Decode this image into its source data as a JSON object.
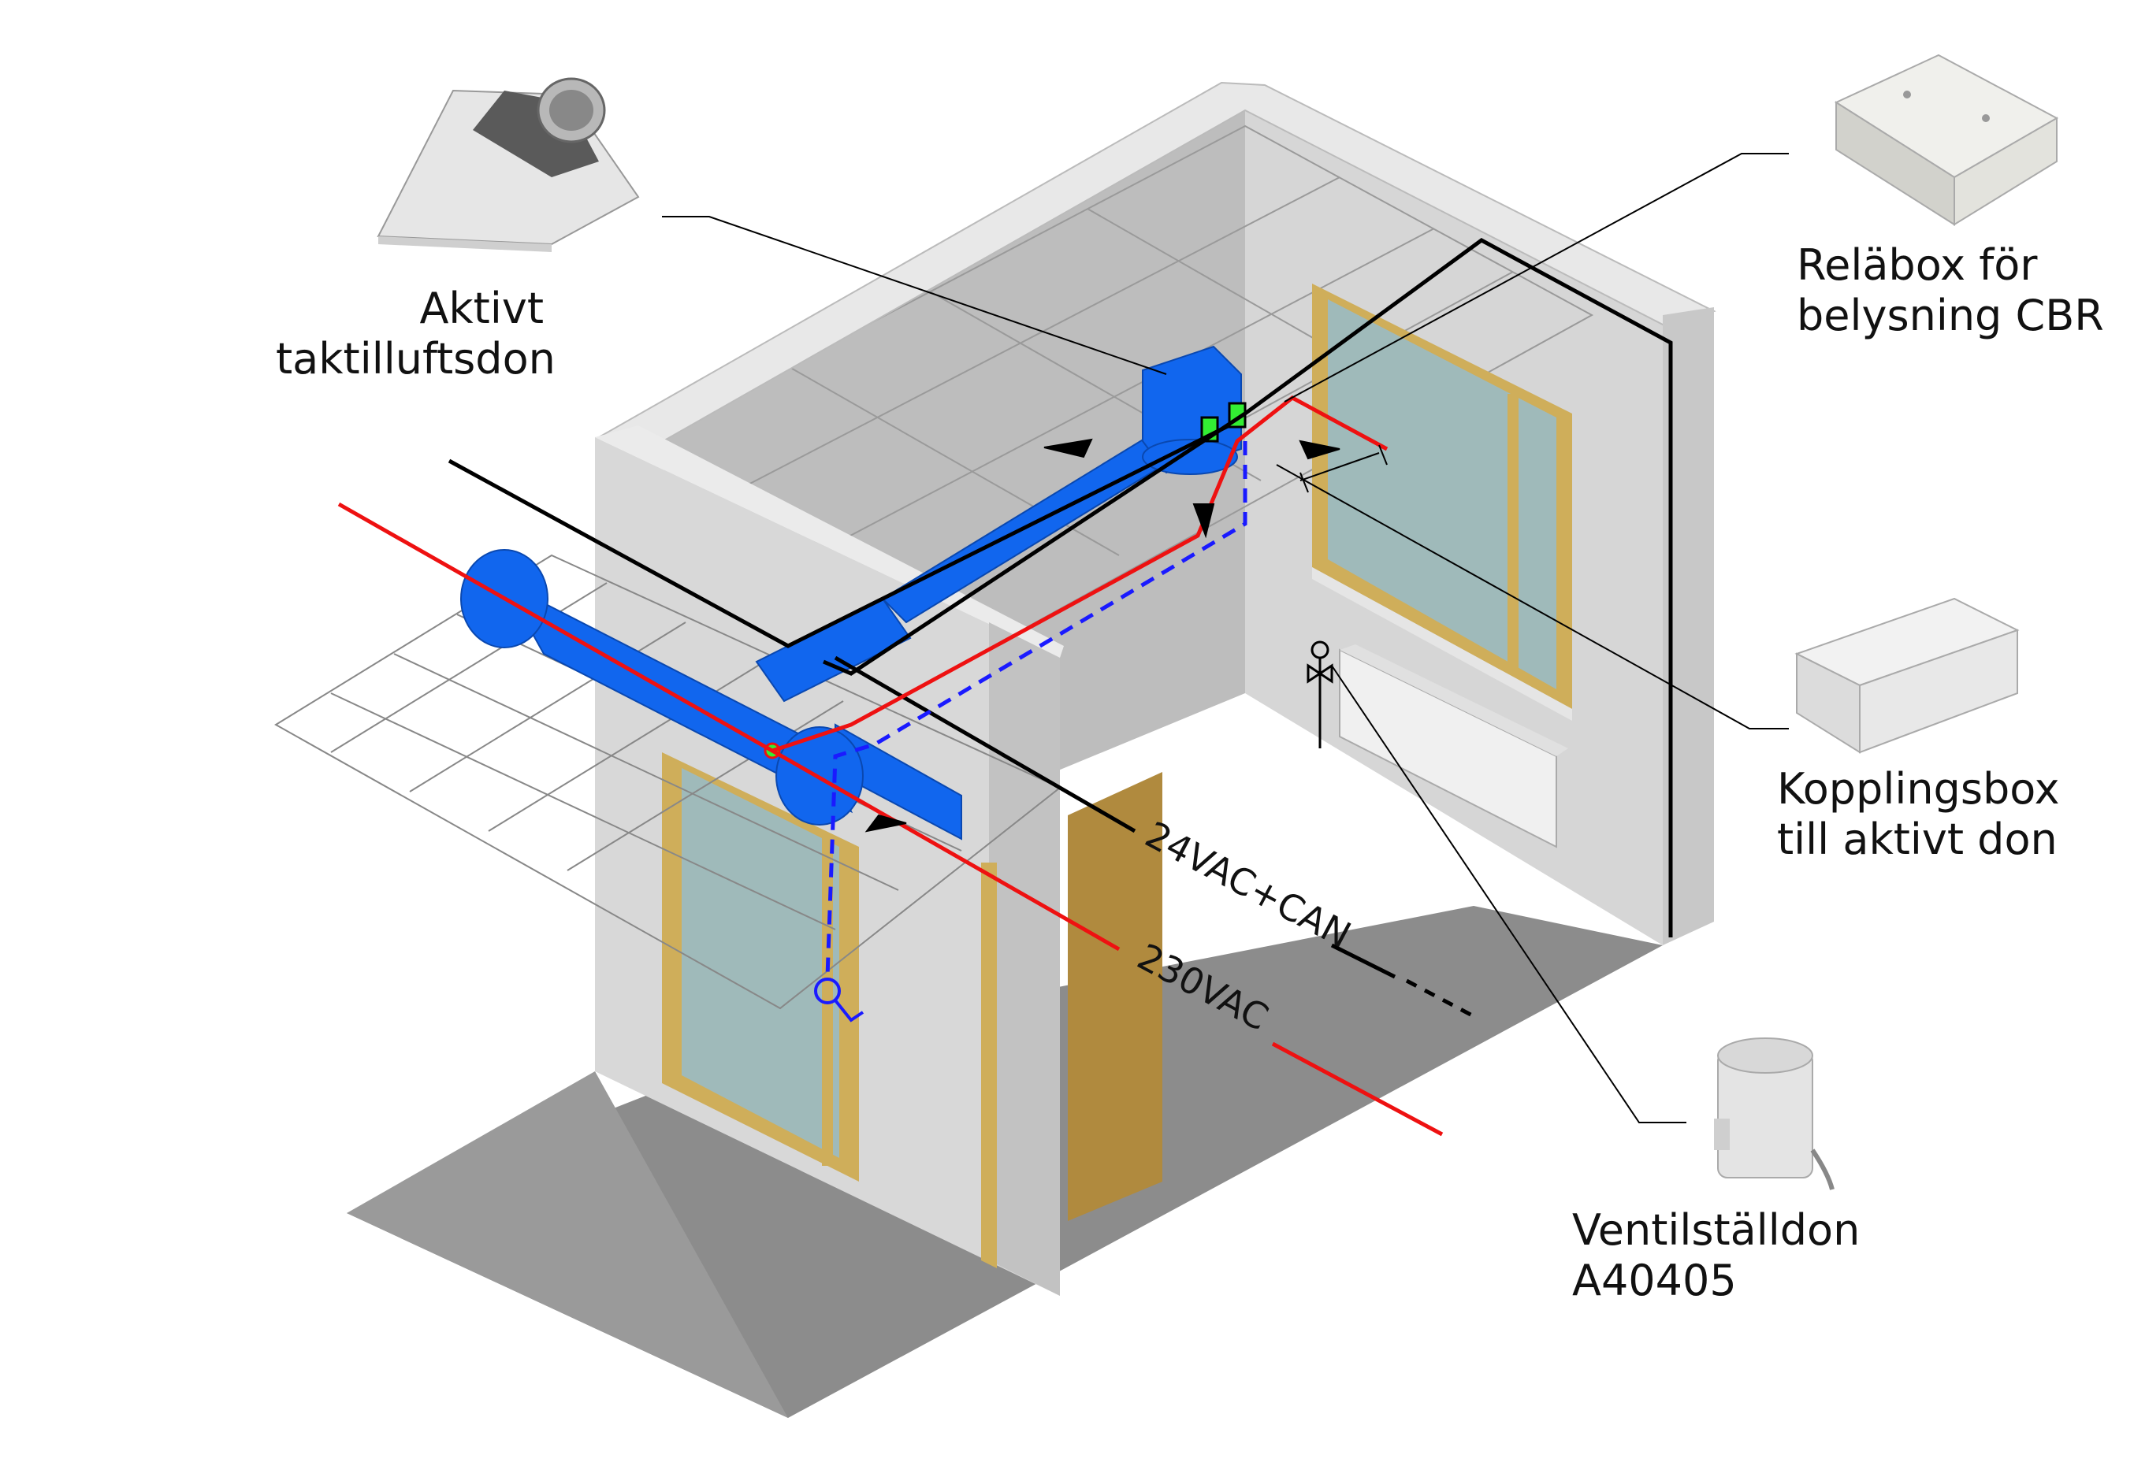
{
  "callouts": {
    "supply_diffuser": {
      "line1": "Aktivt",
      "line2": "taktilluftsdon"
    },
    "relay_box": {
      "line1": "Reläbox för",
      "line2": "belysning CBR"
    },
    "junction_box": {
      "line1": "Kopplingsbox",
      "line2": "till aktivt don"
    },
    "valve_actuator": {
      "line1": "Ventilställdon",
      "line2": "A40405"
    }
  },
  "wires": {
    "low_voltage": {
      "label": "24VAC+CAN",
      "color": "#000000"
    },
    "mains": {
      "label": "230VAC",
      "color": "#ee1111"
    },
    "sensor": {
      "color": "#1a1aff"
    }
  },
  "colors": {
    "duct": "#1166ee",
    "door_frame": "#c9a24a",
    "door": "#b08a3e",
    "glass": "#9fb9b9",
    "wall": "#d4d4d4",
    "floor": "#8a8a8a",
    "connector": "#33ee33"
  }
}
